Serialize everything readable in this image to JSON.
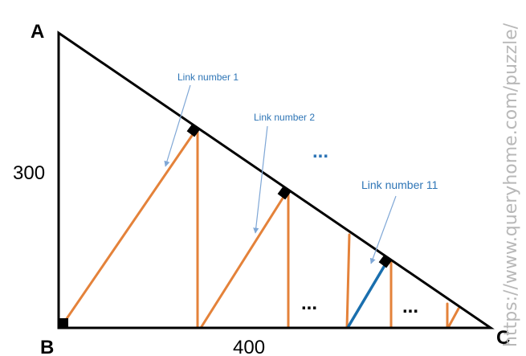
{
  "vertices": {
    "a": "A",
    "b": "B",
    "c": "C"
  },
  "sides": {
    "ab": "300",
    "bc": "400"
  },
  "links": [
    {
      "label": "Link number 1"
    },
    {
      "label": "Link number 2"
    },
    {
      "label": "Link number 11"
    }
  ],
  "ellipsis": "...",
  "watermark": "https://www.queryhome.com/puzzle/",
  "colors": {
    "outline": "#000000",
    "orange_link": "#e4823a",
    "blue_link": "#1a6fae",
    "label_blue": "#2e75b6",
    "callout": "#7fa7d6",
    "watermark": "#b8b8b8"
  }
}
